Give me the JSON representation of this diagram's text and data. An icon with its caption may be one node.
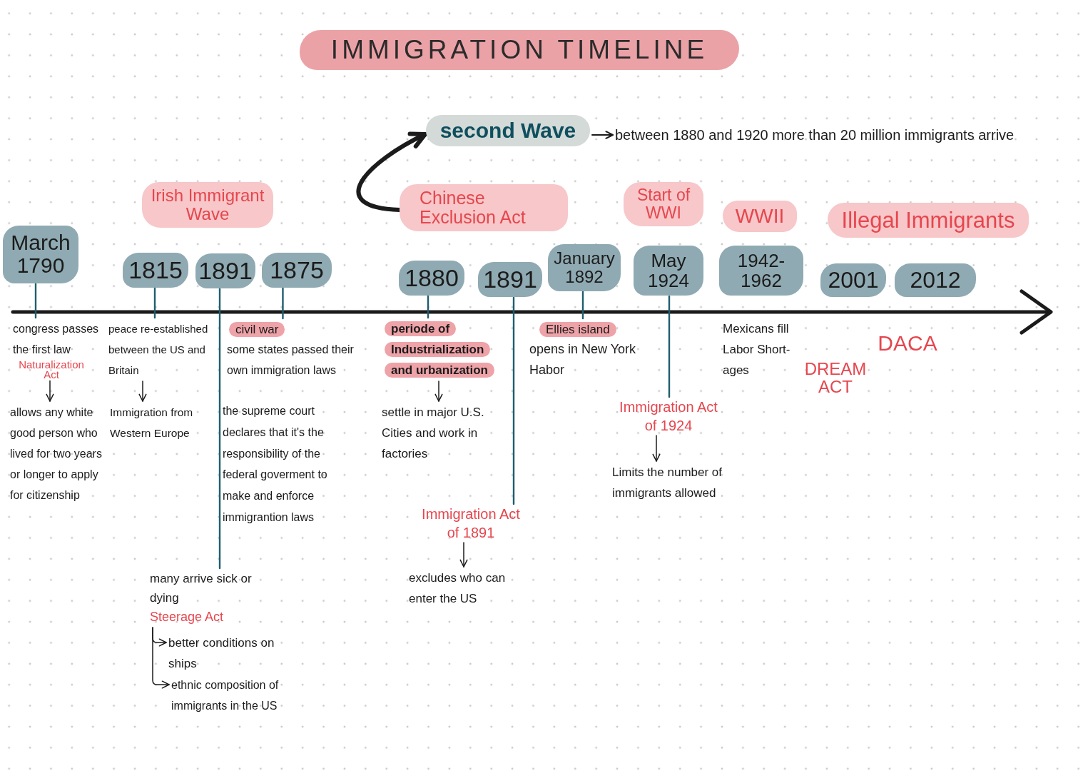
{
  "diagram": {
    "title": "IMMIGRATION TIMELINE",
    "nodes": [
      {
        "text": [
          "second Wave"
        ]
      },
      {
        "text": [
          "between 1880 and 1920 more than 20 million immigrants arrive"
        ]
      },
      {
        "text": [
          "Irish Immigrant Wave"
        ]
      },
      {
        "text": [
          "Chinese Exclusion Act"
        ]
      },
      {
        "text": [
          "Start of WWI"
        ]
      },
      {
        "text": [
          "WWII"
        ]
      },
      {
        "text": [
          "Illegal Immigrants"
        ]
      },
      {
        "text": [
          "March 1790"
        ]
      },
      {
        "text": [
          "1815"
        ]
      },
      {
        "text": [
          "1891"
        ]
      },
      {
        "text": [
          "1875"
        ]
      },
      {
        "text": [
          "1880"
        ]
      },
      {
        "text": [
          "1891"
        ]
      },
      {
        "text": [
          "January 1892"
        ]
      },
      {
        "text": [
          "May 1924"
        ]
      },
      {
        "text": [
          "1942- 1962"
        ]
      },
      {
        "text": [
          "2001"
        ]
      },
      {
        "text": [
          "2012"
        ]
      },
      {
        "text": [
          "congress passes the first law",
          "Naturalization Act"
        ]
      },
      {
        "text": [
          "peace re-established between the US and Britain"
        ]
      },
      {
        "text": [
          "civil war"
        ],
        "beside": [
          "some states passed their own immigration laws"
        ]
      },
      {
        "text": [
          "periode of Industrialization and urbanization"
        ]
      },
      {
        "text": [
          "Ellies island"
        ],
        "beside": [
          "opens in New York Habor"
        ]
      },
      {
        "text": [
          "allows any white good person who lived for two years or longer to apply for citizenship"
        ]
      },
      {
        "text": [
          "Immigration from Western Europe"
        ]
      },
      {
        "text": [
          "settle in major U.S. Cities and work in factories"
        ]
      },
      {
        "text": [
          "Immigration Act of 1924"
        ]
      },
      {
        "text": [
          "Limits the number of immigrants allowed"
        ]
      },
      {
        "text": [
          "Immigration Act of 1891"
        ]
      },
      {
        "text": [
          "excludes who can enter the US"
        ]
      },
      {
        "text": [
          "many arrive sick or dying",
          "Steerage Act"
        ]
      },
      {
        "text": [
          "better conditions on ships"
        ]
      },
      {
        "text": [
          "ethnic composition of immigrants in the US"
        ]
      }
    ],
    "edges": [
      {
        "from": 3,
        "to": 0,
        "arrow": "to",
        "style": "thick"
      },
      {
        "from": 0,
        "to": 1,
        "arrow": "to"
      },
      {
        "from": 7,
        "to": 18,
        "arrow": "none",
        "color": "#1f5d6e"
      },
      {
        "from": 18,
        "to": 23,
        "arrow": "to"
      },
      {
        "from": 8,
        "to": 19,
        "arrow": "none",
        "color": "#1f5d6e"
      },
      {
        "from": 19,
        "to": 24,
        "arrow": "to"
      },
      {
        "from": 9,
        "to": 30,
        "arrow": "none",
        "color": "#1f5d6e"
      },
      {
        "from": 30,
        "to": 31,
        "arrow": "to"
      },
      {
        "from": 30,
        "to": 32,
        "arrow": "to"
      },
      {
        "from": 10,
        "to": 20,
        "arrow": "none",
        "color": "#1f5d6e"
      },
      {
        "from": 11,
        "to": 21,
        "arrow": "none",
        "color": "#1f5d6e"
      },
      {
        "from": 21,
        "to": 25,
        "arrow": "to"
      },
      {
        "from": 12,
        "to": 28,
        "arrow": "none",
        "color": "#1f5d6e"
      },
      {
        "from": 28,
        "to": 29,
        "arrow": "to"
      },
      {
        "from": 13,
        "to": 22,
        "arrow": "none",
        "color": "#1f5d6e"
      },
      {
        "from": 14,
        "to": 26,
        "arrow": "none",
        "color": "#1f5d6e"
      },
      {
        "from": 26,
        "to": 27,
        "arrow": "to"
      }
    ],
    "labels": [
      "the supreme court declares that it's the responsibility of the federal goverment to make and enforce immigrantion laws",
      "Mexicans fill Labor Short- ages",
      "DREAM ACT",
      "DACA"
    ]
  }
}
